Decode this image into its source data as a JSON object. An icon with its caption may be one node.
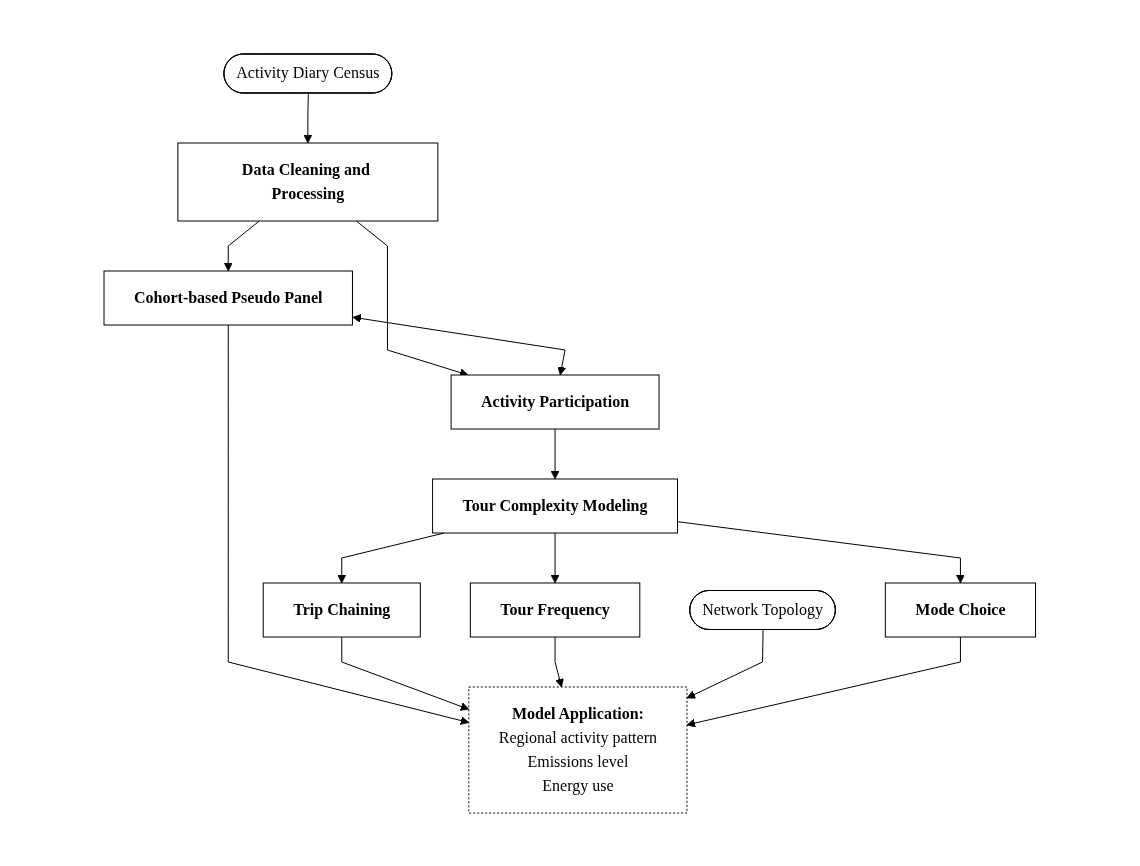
{
  "diagram": {
    "nodes": [
      {
        "text": [
          "Activity Diary Census"
        ]
      },
      {
        "text": [
          "Data Cleaning and Processing"
        ]
      },
      {
        "text": [
          "Cohort-based Pseudo Panel"
        ]
      },
      {
        "text": [
          "Activity Participation"
        ]
      },
      {
        "text": [
          "Tour Complexity Modeling"
        ]
      },
      {
        "text": [
          "Network Topology"
        ]
      },
      {
        "text": [
          "Trip Chaining"
        ]
      },
      {
        "text": [
          "Tour Frequency"
        ]
      },
      {
        "text": [
          "Mode Choice"
        ]
      },
      {
        "text": [
          "Model Application:",
          "Regional activity pattern",
          "Emissions level",
          "Energy use"
        ]
      }
    ],
    "edges": [
      {
        "from": 0,
        "to": 1,
        "arrow": "to"
      },
      {
        "from": 1,
        "to": 2,
        "arrow": "to"
      },
      {
        "from": 1,
        "to": 3,
        "arrow": "to"
      },
      {
        "from": 2,
        "to": 3,
        "arrow": "both"
      },
      {
        "from": 3,
        "to": 4,
        "arrow": "to"
      },
      {
        "from": 4,
        "to": 6,
        "arrow": "to"
      },
      {
        "from": 4,
        "to": 7,
        "arrow": "to"
      },
      {
        "from": 4,
        "to": 8,
        "arrow": "to"
      },
      {
        "from": 2,
        "to": 9,
        "arrow": "to"
      },
      {
        "from": 6,
        "to": 9,
        "arrow": "to"
      },
      {
        "from": 7,
        "to": 9,
        "arrow": "to"
      },
      {
        "from": 5,
        "to": 9,
        "arrow": "to"
      },
      {
        "from": 8,
        "to": 9,
        "arrow": "to"
      }
    ]
  }
}
